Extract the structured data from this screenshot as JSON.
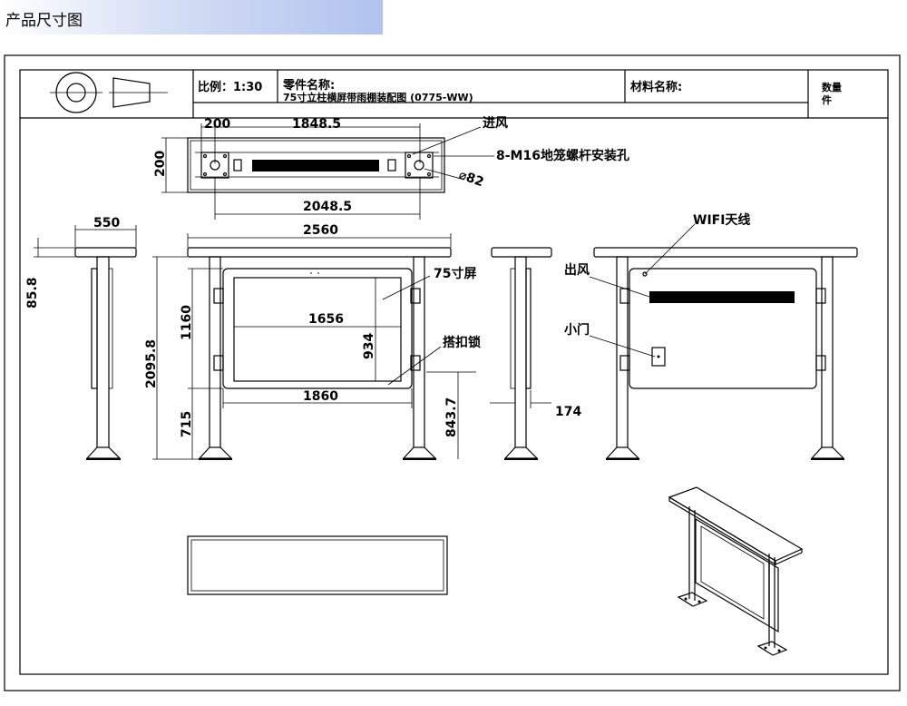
{
  "header": {
    "title": "产品尺寸图"
  },
  "title_block": {
    "scale": "比例：1:30",
    "part_name_label": "零件名称:",
    "part_name_value": "75寸立柱横屏带雨棚装配图 (0775-WW)",
    "material_label": "材料名称:",
    "quantity_label": "数量",
    "unit_label": "件"
  },
  "top_view": {
    "dim_left": "200",
    "dim_top": "1848.5",
    "dim_side": "200",
    "dim_bottom": "2048.5",
    "label_intake": "进风",
    "label_bolts": "8-M16地笼螺杆安装孔",
    "label_diameter": "⌀82"
  },
  "side_view": {
    "dim_width": "550",
    "dim_thickness": "85.8"
  },
  "front_view": {
    "dim_width": "2560",
    "dim_height_total": "2095.8",
    "dim_screen_height": "1160",
    "dim_base": "715",
    "dim_inner_width": "1656",
    "dim_inner_height": "934",
    "dim_screen_width": "1860",
    "dim_lock_height": "843.7",
    "label_screen": "75寸屏",
    "label_lock": "搭扣锁",
    "dim_depth": "174"
  },
  "rear_view": {
    "label_wifi": "WIFI天线",
    "label_outlet": "出风",
    "label_door": "小门"
  }
}
